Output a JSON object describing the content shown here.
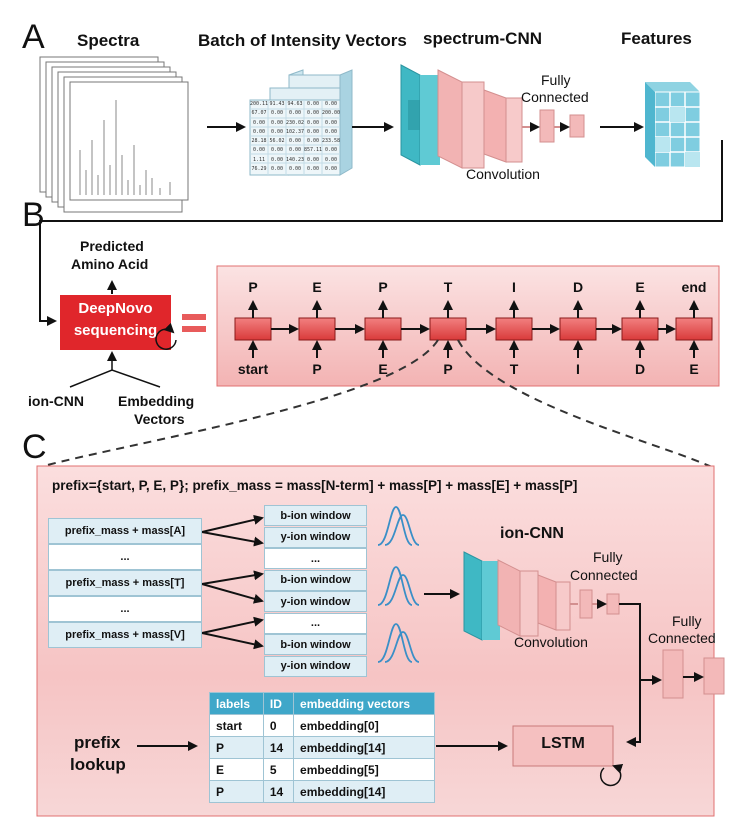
{
  "panels": {
    "a": "A",
    "b": "B",
    "c": "C"
  },
  "panel_a": {
    "spectra": "Spectra",
    "batch": "Batch of Intensity Vectors",
    "cnn": "spectrum-CNN",
    "features": "Features",
    "fully": "Fully",
    "connected": "Connected",
    "convolution": "Convolution",
    "matrix_rows": [
      [
        "200.11",
        "91.43",
        "94.63",
        "0.00",
        "0.00"
      ],
      [
        "67.07",
        "0.00",
        "0.00",
        "0.00",
        "200.00"
      ],
      [
        "0.00",
        "0.00",
        "230.02",
        "0.00",
        "0.00"
      ],
      [
        "0.00",
        "0.00",
        "102.37",
        "0.00",
        "0.00"
      ],
      [
        "28.18",
        "56.02",
        "0.00",
        "0.00",
        "233.58"
      ],
      [
        "0.00",
        "0.00",
        "0.00",
        "857.11",
        "0.00"
      ],
      [
        "1.11",
        "0.00",
        "140.23",
        "0.00",
        "0.00"
      ],
      [
        "76.29",
        "0.00",
        "0.00",
        "0.00",
        "0.00"
      ]
    ]
  },
  "panel_b": {
    "predicted": "Predicted",
    "amino_acid": "Amino Acid",
    "deepnovo": "DeepNovo",
    "sequencing": "sequencing",
    "ion_cnn": "ion-CNN",
    "embedding": "Embedding",
    "vectors": "Vectors",
    "top_labels": [
      "P",
      "E",
      "P",
      "T",
      "I",
      "D",
      "E",
      "end"
    ],
    "bottom_labels": [
      "start",
      "P",
      "E",
      "P",
      "T",
      "I",
      "D",
      "E"
    ]
  },
  "panel_c": {
    "prefix_formula": "prefix={start, P, E, P}; prefix_mass = mass[N-term] + mass[P] + mass[E] + mass[P]",
    "left_boxes": [
      "prefix_mass + mass[A]",
      "...",
      "prefix_mass + mass[T]",
      "...",
      "prefix_mass + mass[V]"
    ],
    "windows": [
      "b-ion window",
      "y-ion window",
      "...",
      "b-ion window",
      "y-ion window",
      "...",
      "b-ion window",
      "y-ion window"
    ],
    "ion_cnn": "ion-CNN",
    "fully": "Fully",
    "connected": "Connected",
    "convolution": "Convolution",
    "fully2": "Fully",
    "connected2": "Connected",
    "prefix": "prefix",
    "lookup": "lookup",
    "lstm": "LSTM",
    "table": {
      "headers": [
        "labels",
        "ID",
        "embedding vectors"
      ],
      "rows": [
        [
          "start",
          "0",
          "embedding[0]"
        ],
        [
          "P",
          "14",
          "embedding[14]"
        ],
        [
          "E",
          "5",
          "embedding[5]"
        ],
        [
          "P",
          "14",
          "embedding[14]"
        ]
      ]
    }
  },
  "colors": {
    "red": "#e0262b",
    "pink": "#f6c1c1",
    "teal": "#3fb8c4",
    "blue": "#dfeef5"
  }
}
